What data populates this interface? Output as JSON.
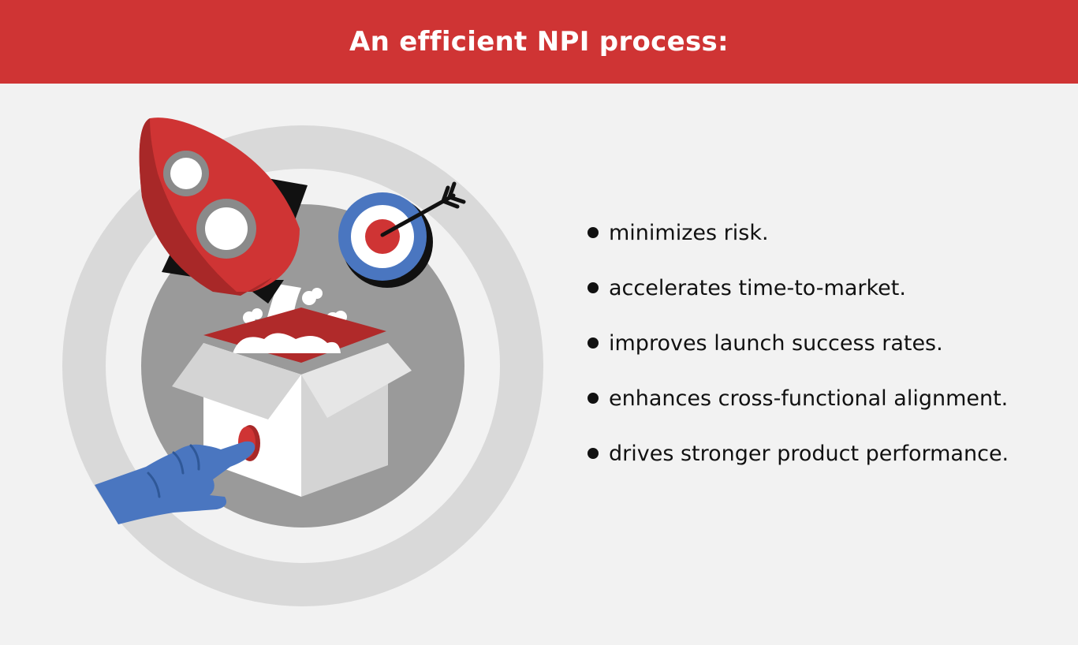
{
  "header": {
    "title": "An efficient NPI process:"
  },
  "benefits": {
    "items": [
      "minimizes risk.",
      "accelerates time-to-market.",
      "improves launch success rates.",
      "enhances cross-functional alignment.",
      "drives stronger product performance."
    ]
  },
  "illustration": {
    "icons": [
      "rocket-icon",
      "target-icon",
      "arrow-icon",
      "open-box-icon",
      "hand-pointer-icon",
      "launch-button-icon",
      "smoke-icon"
    ]
  },
  "colors": {
    "header_bg": "#cf3434",
    "header_text": "#ffffff",
    "page_bg": "#f2f2f2",
    "accent_red": "#cf3434",
    "accent_blue": "#4a76c0",
    "ring_light": "#d9d9d9",
    "circle_mid": "#9a9a9a",
    "text": "#111111"
  }
}
